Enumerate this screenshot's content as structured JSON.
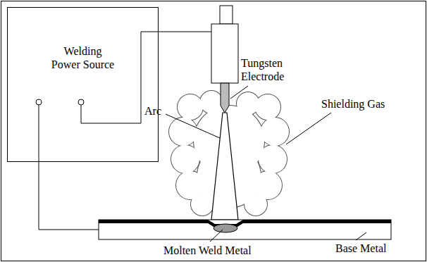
{
  "diagram": {
    "nodes": [
      {
        "text": [
          "Welding Power Source"
        ]
      }
    ],
    "labels": [
      "Tungsten Electrode",
      "Arc",
      "Shielding Gas",
      "Molten Weld Metal",
      "Base Metal"
    ]
  }
}
